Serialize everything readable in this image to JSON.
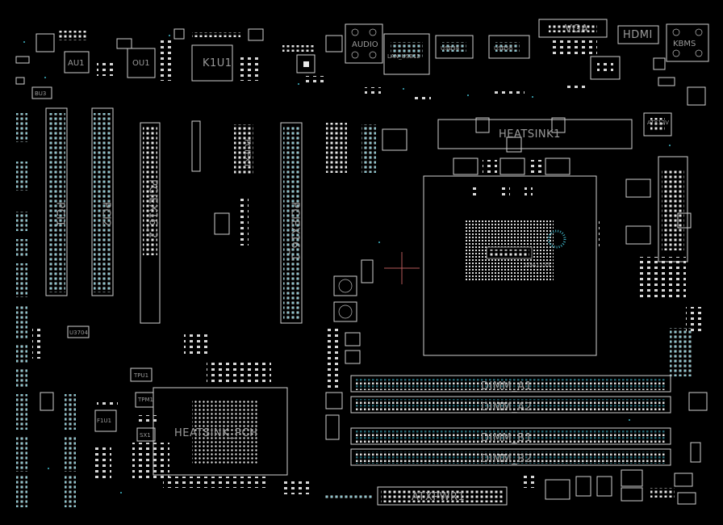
{
  "title": "",
  "labels": {
    "au1": "AU1",
    "ou1": "OU1",
    "k1u1": "K1U1",
    "audio": "AUDIO",
    "vga": "VGA",
    "hdmi": "HDMI",
    "kbms": "KBMS",
    "lan_usb": "LAN_USB12",
    "usb34": "USB34",
    "usb56": "USB56",
    "heatsink1": "HEATSINK1",
    "heatsink_pch": "HEATSINK_PCH",
    "dimm_a1": "DIMM_A1",
    "dimm_a2": "DIMM_A2",
    "dimm_b1": "DIMM_B1",
    "dimm_b2": "DIMM_B2",
    "atxpwr": "ATXPWR1",
    "pciex16_1": "PCIEX16_1",
    "pciex16_2": "PCIEX16_2",
    "pciex1": "PCIEX1",
    "pci1": "PCI1",
    "pci2": "PCI2",
    "tpu1": "TPU1",
    "tpm1": "TPM1",
    "sx1": "SX1",
    "f1u1": "F1U1",
    "u3704": "U3704",
    "atx12v": "ATX12V",
    "cpu": "LGA1155"
  }
}
